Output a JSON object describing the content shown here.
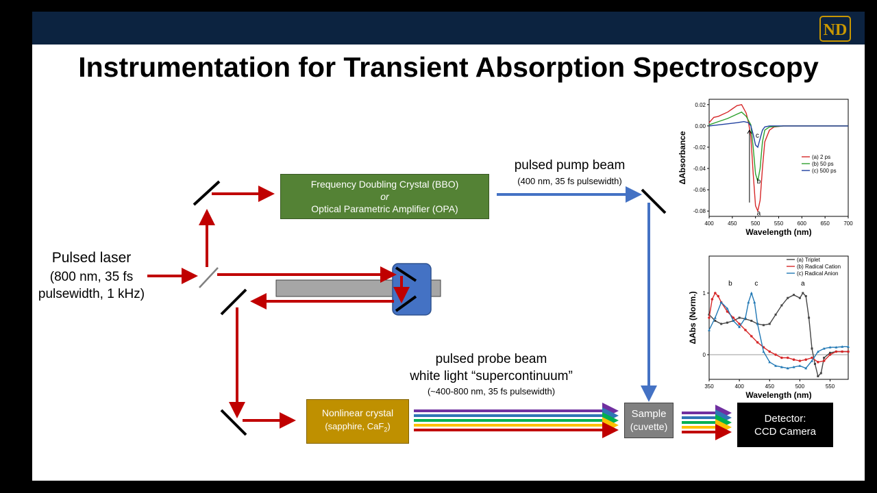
{
  "title": "Instrumentation for Transient Absorption Spectroscopy",
  "logo": "ND",
  "laser": {
    "line1": "Pulsed laser",
    "line2": "(800 nm, 35 fs",
    "line3": "pulsewidth, 1 kHz)"
  },
  "opa_box": {
    "line1": "Frequency Doubling Crystal (BBO)",
    "line2": "or",
    "line3": "Optical Parametric Amplifier (OPA)"
  },
  "pump": {
    "label": "pulsed pump beam",
    "sub": "(400 nm, 35 fs pulsewidth)"
  },
  "probe": {
    "line1": "pulsed probe beam",
    "line2": "white light “supercontinuum”",
    "line3": "(~400-800 nm, 35 fs pulsewidth)"
  },
  "crystal": {
    "line1": "Nonlinear crystal",
    "line2_pre": "(sapphire, CaF",
    "line2_sub": "2",
    "line2_post": ")"
  },
  "sample": {
    "line1": "Sample",
    "line2": "(cuvette)"
  },
  "detector": {
    "line1": "Detector:",
    "line2": "CCD Camera"
  },
  "colors": {
    "banner": "#0c2340",
    "gold": "#c99700",
    "red_beam": "#c00000",
    "blue_beam": "#4472c4",
    "opa_green": "#548235",
    "crystal_gold": "#bf9000",
    "sample_gray": "#808080",
    "delay_blue": "#4472c4"
  },
  "chart_data": [
    {
      "type": "line",
      "xlabel": "Wavelength (nm)",
      "ylabel": "ΔAbsorbance",
      "xlim": [
        400,
        700
      ],
      "ylim": [
        -0.085,
        0.025
      ],
      "xticks": [
        "400",
        "450",
        "500",
        "550",
        "600",
        "650",
        "700"
      ],
      "yticks": [
        "0.02",
        "0.00",
        "-0.02",
        "-0.04",
        "-0.06",
        "-0.08"
      ],
      "legend_position": "right",
      "annotations": [
        "a",
        "b",
        "c"
      ],
      "series": [
        {
          "name": "(a) 2 ps",
          "color": "#d62728",
          "x": [
            400,
            410,
            420,
            430,
            440,
            450,
            460,
            470,
            480,
            485,
            490,
            495,
            500,
            505,
            510,
            515,
            520,
            530,
            540,
            560,
            600,
            650,
            700
          ],
          "y": [
            0.003,
            0.008,
            0.009,
            0.011,
            0.013,
            0.016,
            0.019,
            0.02,
            0.012,
            0.003,
            -0.01,
            -0.045,
            -0.075,
            -0.08,
            -0.07,
            -0.04,
            -0.015,
            -0.004,
            -0.001,
            0,
            0,
            0,
            0
          ]
        },
        {
          "name": "(b) 50 ps",
          "color": "#2ca02c",
          "x": [
            400,
            420,
            440,
            460,
            470,
            480,
            490,
            495,
            500,
            505,
            510,
            515,
            520,
            530,
            560,
            700
          ],
          "y": [
            0.001,
            0.004,
            0.007,
            0.011,
            0.013,
            0.009,
            0.001,
            -0.02,
            -0.045,
            -0.052,
            -0.04,
            -0.015,
            -0.004,
            -0.001,
            0,
            0
          ]
        },
        {
          "name": "(c) 500 ps",
          "color": "#1f3f9f",
          "x": [
            400,
            440,
            460,
            475,
            485,
            490,
            495,
            500,
            505,
            510,
            515,
            520,
            530,
            700
          ],
          "y": [
            0.0,
            0.002,
            0.003,
            0.004,
            0.003,
            0.0,
            -0.008,
            -0.018,
            -0.02,
            -0.012,
            -0.004,
            -0.001,
            0,
            0
          ]
        }
      ]
    },
    {
      "type": "line",
      "xlabel": "Wavelength (nm)",
      "ylabel": "ΔAbs (Norm.)",
      "xlim": [
        350,
        580
      ],
      "ylim": [
        -0.4,
        1.6
      ],
      "xticks": [
        "350",
        "400",
        "450",
        "500",
        "550"
      ],
      "yticks": [
        "1",
        "0"
      ],
      "legend_position": "top-right",
      "annotations": [
        "b",
        "c",
        "a"
      ],
      "series": [
        {
          "name": "(a) Triplet",
          "color": "#444444",
          "marker": "square",
          "x": [
            350,
            360,
            370,
            380,
            390,
            400,
            410,
            420,
            430,
            440,
            450,
            460,
            470,
            480,
            490,
            500,
            505,
            510,
            515,
            520,
            525,
            530,
            535,
            540,
            550,
            560,
            570,
            580
          ],
          "y": [
            0.65,
            0.55,
            0.5,
            0.52,
            0.55,
            0.6,
            0.58,
            0.55,
            0.5,
            0.48,
            0.5,
            0.65,
            0.8,
            0.92,
            0.97,
            0.92,
            1.0,
            0.95,
            0.6,
            0.1,
            -0.15,
            -0.35,
            -0.3,
            -0.05,
            0.03,
            0.05,
            0.05,
            0.05
          ]
        },
        {
          "name": "(b) Radical Cation",
          "color": "#d62728",
          "marker": "circle",
          "x": [
            350,
            355,
            360,
            365,
            370,
            380,
            390,
            400,
            410,
            420,
            430,
            440,
            450,
            460,
            470,
            480,
            490,
            500,
            510,
            520,
            530,
            540,
            550,
            560,
            570,
            580
          ],
          "y": [
            0.6,
            0.9,
            1.0,
            0.95,
            0.85,
            0.7,
            0.6,
            0.5,
            0.4,
            0.3,
            0.2,
            0.12,
            0.05,
            0.0,
            -0.05,
            -0.05,
            -0.08,
            -0.1,
            -0.08,
            -0.05,
            -0.12,
            -0.1,
            0.0,
            0.05,
            0.05,
            0.05
          ]
        },
        {
          "name": "(c) Radical Anion",
          "color": "#1f77b4",
          "marker": "triangle",
          "x": [
            350,
            360,
            370,
            380,
            390,
            400,
            410,
            415,
            420,
            425,
            430,
            440,
            450,
            460,
            470,
            480,
            490,
            500,
            510,
            520,
            530,
            540,
            550,
            560,
            570,
            580
          ],
          "y": [
            0.4,
            0.6,
            0.85,
            0.75,
            0.55,
            0.45,
            0.6,
            0.85,
            1.0,
            0.85,
            0.5,
            0.05,
            -0.12,
            -0.18,
            -0.2,
            -0.22,
            -0.2,
            -0.18,
            -0.22,
            -0.1,
            0.05,
            0.1,
            0.12,
            0.12,
            0.13,
            0.13
          ]
        }
      ]
    }
  ]
}
